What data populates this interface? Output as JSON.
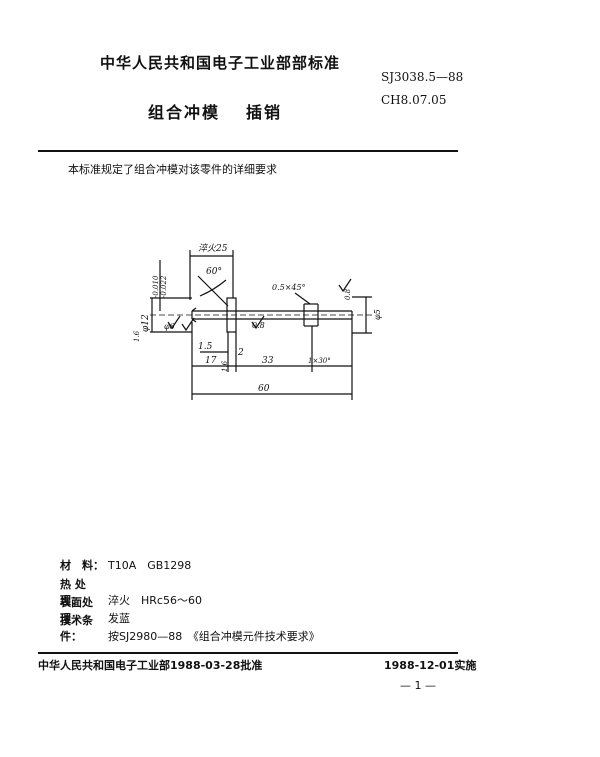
{
  "header": {
    "organization": "中华人民共和国电子工业部部标准",
    "standard_code": "SJ3038.5—88",
    "classification": "CH8.07.05",
    "title_main": "组合冲模",
    "title_part": "插销"
  },
  "intro": "本标准规定了组合冲模对该零件的详细要求",
  "drawing": {
    "labels": {
      "hardened_length": "淬火25",
      "angle": "60°",
      "tolerance_upper": "-0.010",
      "tolerance_lower": "-0.022",
      "dia_12": "φ12",
      "dia_6": "φ6",
      "chamfer": "0.5×45°",
      "dia_5": "φ5",
      "ra_a": "1.6",
      "ra_b": "0.8",
      "ra_c": "0.8",
      "ra_d": "1.6",
      "len_15": "1.5",
      "len_17": "17",
      "len_2": "2",
      "len_33": "33",
      "len_chamfer": "1×30°",
      "len_60": "60"
    }
  },
  "specs": [
    {
      "key": "材　料：",
      "value": "T10A　GB1298"
    },
    {
      "key": "热 处 理：",
      "value": "淬火　HRc56～60"
    },
    {
      "key": "表面处理：",
      "value": "发蓝"
    },
    {
      "key": "技术条件：",
      "value": "按SJ2980—88　《组合冲模元件技术要求》"
    }
  ],
  "footer": {
    "approval": "中华人民共和国电子工业部1988-03-28批准",
    "effective": "1988-12-01实施",
    "page": "— 1 —"
  }
}
